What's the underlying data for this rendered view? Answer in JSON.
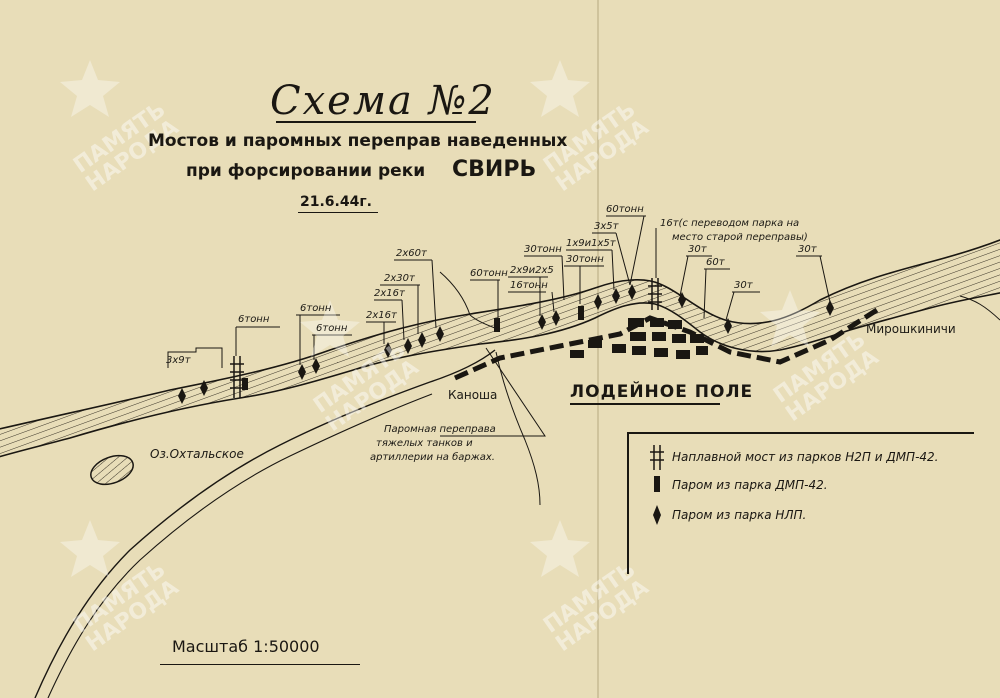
{
  "title": "Схема №2",
  "subtitle_line1": "Мостов и паромных переправ наведенных",
  "subtitle_line2a": "при форсировании реки",
  "subtitle_line2b": "СВИРЬ",
  "date": "21.6.44г.",
  "places": {
    "lodeynoe": "ЛОДЕЙНОЕ ПОЛЕ",
    "kanoma": "Каноша",
    "miroshkinichi": "Мирошкиничи",
    "okhtalskoe": "Оз.Охтальское"
  },
  "crossing_labels": [
    {
      "id": "c1",
      "text": "3х9т"
    },
    {
      "id": "c2",
      "text": "6тонн"
    },
    {
      "id": "c3",
      "text": "6тонн"
    },
    {
      "id": "c4",
      "text": "6тонн"
    },
    {
      "id": "c5",
      "text": "2х16т"
    },
    {
      "id": "c6",
      "text": "2х16т"
    },
    {
      "id": "c7",
      "text": "2х30т"
    },
    {
      "id": "c8",
      "text": "2х60т"
    },
    {
      "id": "c9",
      "text": "60тонн"
    },
    {
      "id": "c10",
      "text": "2х9и2х5"
    },
    {
      "id": "c11",
      "text": "16тонн"
    },
    {
      "id": "c12",
      "text": "30тонн"
    },
    {
      "id": "c13",
      "text": "1х9и1х5т"
    },
    {
      "id": "c14",
      "text": "30тонн"
    },
    {
      "id": "c15",
      "text": "3х5т"
    },
    {
      "id": "c16",
      "text": "60тонн"
    },
    {
      "id": "c17",
      "text": "16т(с переводом парка на"
    },
    {
      "id": "c18",
      "text": "место старой переправы)"
    },
    {
      "id": "c19",
      "text": "30т"
    },
    {
      "id": "c20",
      "text": "60т"
    },
    {
      "id": "c21",
      "text": "30т"
    },
    {
      "id": "c22",
      "text": "30т"
    }
  ],
  "barge_note": [
    "Паромная переправа",
    "тяжелых танков и",
    "артиллерии на баржах."
  ],
  "legend": {
    "bridge": "Наплавной мост из парков  Н2П и ДМП-42.",
    "ferry_dmp": "Паром из парка  ДМП-42.",
    "ferry_nlp": "Паром из парка  НЛП."
  },
  "scale": "Масштаб  1:50000",
  "watermark": [
    "ПАМЯТЬ",
    "НАРОДА"
  ],
  "colors": {
    "paper": "#e8ddb8",
    "ink": "#1a1712"
  }
}
